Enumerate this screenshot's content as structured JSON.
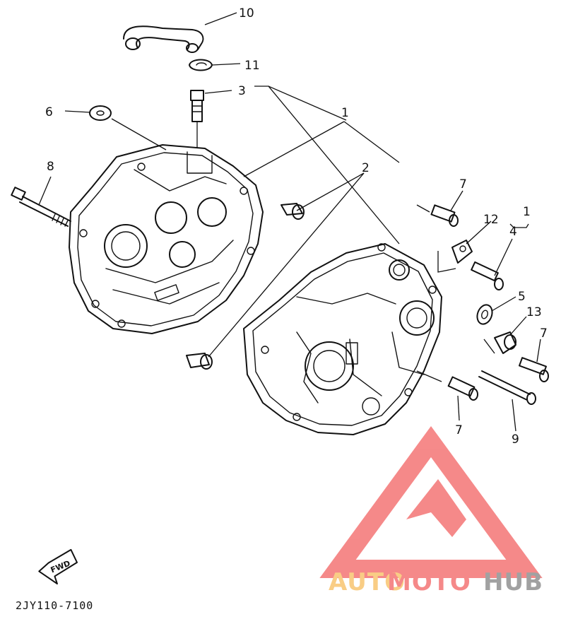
{
  "diagram": {
    "reference_code": "2JY110-7100",
    "fwd_label": "FWD",
    "callouts": {
      "c1_top": "1",
      "c1_right": "1",
      "c2": "2",
      "c3": "3",
      "c4": "4",
      "c5": "5",
      "c6": "6",
      "c7_top": "7",
      "c7_right": "7",
      "c7_bottom": "7",
      "c8": "8",
      "c9": "9",
      "c10": "10",
      "c11": "11",
      "c12": "12",
      "c13": "13"
    }
  },
  "watermark": {
    "word_part1": "AUTO",
    "word_part2": "MOTO",
    "word_part3": "HUB",
    "colors": {
      "logo_red": "#ee2a2a",
      "auto_orange": "#f5a623",
      "moto_red": "#ee2a2a",
      "hub_gray": "#555555"
    }
  }
}
